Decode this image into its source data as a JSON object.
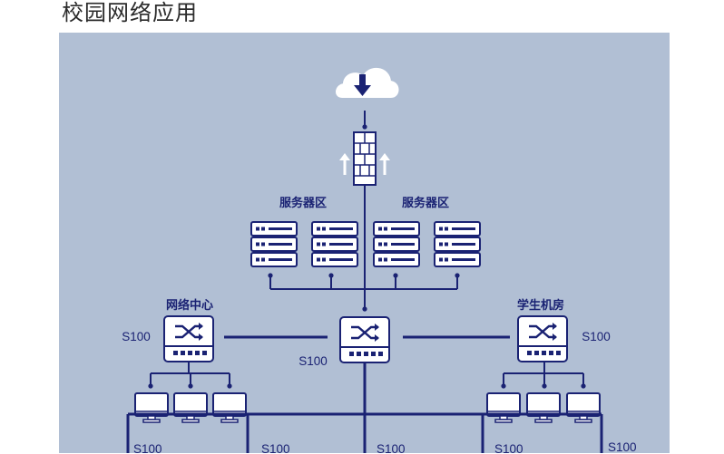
{
  "page": {
    "title": "校园网络应用"
  },
  "diagram": {
    "colors": {
      "background": "#b1bfd4",
      "line": "#1a2273",
      "device": "#ffffff"
    },
    "cloud": {
      "icon": "cloud-download-icon"
    },
    "firewall": {
      "icon": "firewall-icon"
    },
    "server_zones": [
      {
        "label": "服务器区"
      },
      {
        "label": "服务器区"
      }
    ],
    "core_switch": {
      "model": "S100"
    },
    "network_center": {
      "label": "网络中心",
      "switch_model": "S100"
    },
    "student_lab": {
      "label": "学生机房",
      "switch_model": "S100"
    },
    "access_switches": [
      {
        "model": "S100"
      },
      {
        "model": "S100"
      },
      {
        "model": "S100"
      },
      {
        "model": "S100"
      },
      {
        "model": "S100"
      }
    ]
  }
}
